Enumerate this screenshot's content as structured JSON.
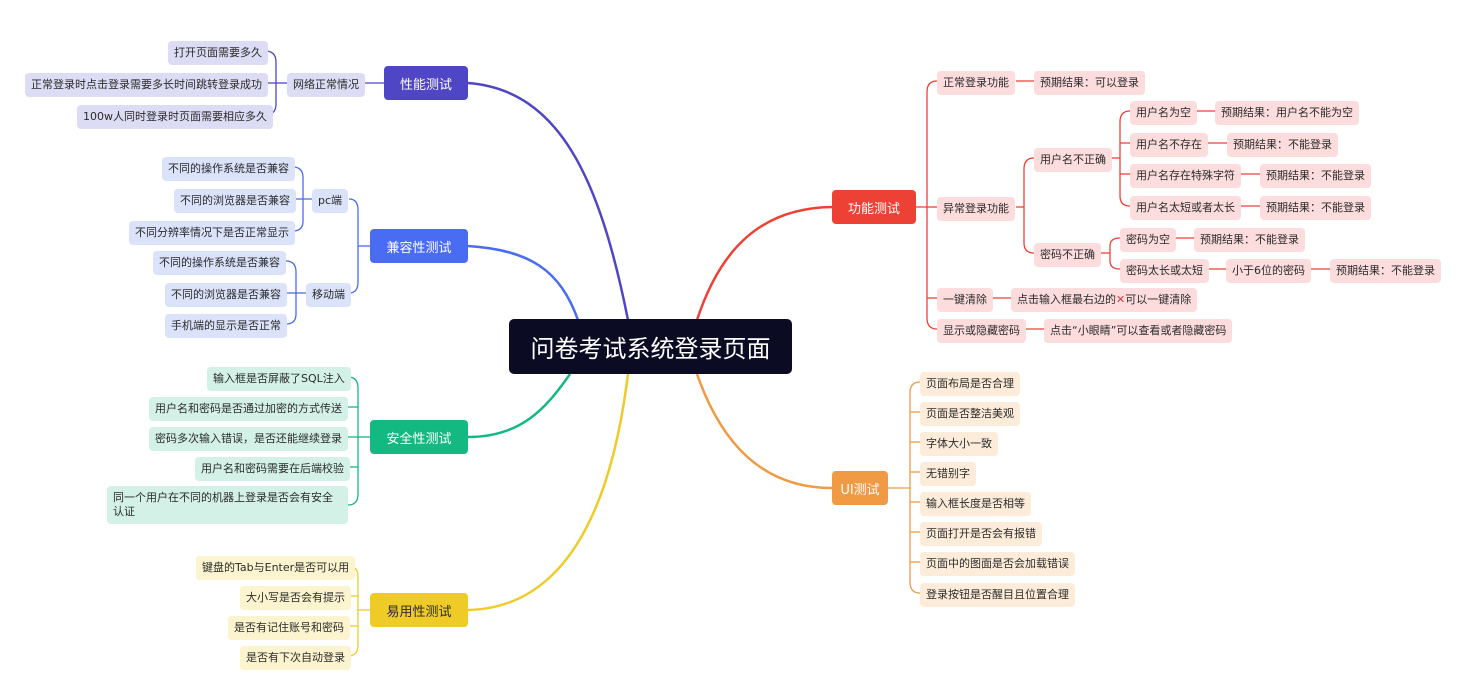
{
  "title": "问卷考试系统登录页面",
  "colors": {
    "central": "#0b0b24",
    "performance": "#4f46c6",
    "compatibility": "#4a6cf2",
    "security": "#14b881",
    "usability": "#efcb27",
    "functional": "#ee4135",
    "ui": "#f09a43"
  },
  "branches": {
    "performance": {
      "label": "性能测试",
      "sub": "网络正常情况",
      "items": [
        "打开页面需要多久",
        "正常登录时点击登录需要多长时间跳转登录成功",
        "100w人同时登录时页面需要相应多久"
      ]
    },
    "compatibility": {
      "label": "兼容性测试",
      "pc": {
        "label": "pc端",
        "items": [
          "不同的操作系统是否兼容",
          "不同的浏览器是否兼容",
          "不同分辨率情况下是否正常显示"
        ]
      },
      "mobile": {
        "label": "移动端",
        "items": [
          "不同的操作系统是否兼容",
          "不同的浏览器是否兼容",
          "手机端的显示是否正常"
        ]
      }
    },
    "security": {
      "label": "安全性测试",
      "items": [
        "输入框是否屏蔽了SQL注入",
        "用户名和密码是否通过加密的方式传送",
        "密码多次输入错误，是否还能继续登录",
        "用户名和密码需要在后端校验",
        "同一个用户在不同的机器上登录是否会有安全认证"
      ]
    },
    "usability": {
      "label": "易用性测试",
      "items": [
        "键盘的Tab与Enter是否可以用",
        "大小写是否会有提示",
        "是否有记住账号和密码",
        "是否有下次自动登录"
      ]
    },
    "functional": {
      "label": "功能测试",
      "normal": {
        "label": "正常登录功能",
        "expect": "预期结果：可以登录"
      },
      "abnormal": {
        "label": "异常登录功能",
        "username": {
          "label": "用户名不正确",
          "cases": [
            {
              "label": "用户名为空",
              "expect": "预期结果：用户名不能为空"
            },
            {
              "label": "用户名不存在",
              "expect": "预期结果：不能登录"
            },
            {
              "label": "用户名存在特殊字符",
              "expect": "预期结果：不能登录"
            },
            {
              "label": "用户名太短或者太长",
              "expect": "预期结果：不能登录"
            }
          ]
        },
        "password": {
          "label": "密码不正确",
          "empty": {
            "label": "密码为空",
            "expect": "预期结果：不能登录"
          },
          "length": {
            "label": "密码太长或太短",
            "detail": "小于6位的密码",
            "expect": "预期结果：不能登录"
          }
        }
      },
      "clear": {
        "label": "一键清除",
        "desc_before": "点击输入框最右边的",
        "desc_mark": "✕",
        "desc_after": "可以一键清除"
      },
      "toggle": {
        "label": "显示或隐藏密码",
        "desc": "点击“小眼睛”可以查看或者隐藏密码"
      }
    },
    "ui": {
      "label": "UI测试",
      "items": [
        "页面布局是否合理",
        "页面是否整洁美观",
        "字体大小一致",
        "无错别字",
        "输入框长度是否相等",
        "页面打开是否会有报错",
        "页面中的图面是否会加载错误",
        "登录按钮是否醒目且位置合理"
      ]
    }
  }
}
